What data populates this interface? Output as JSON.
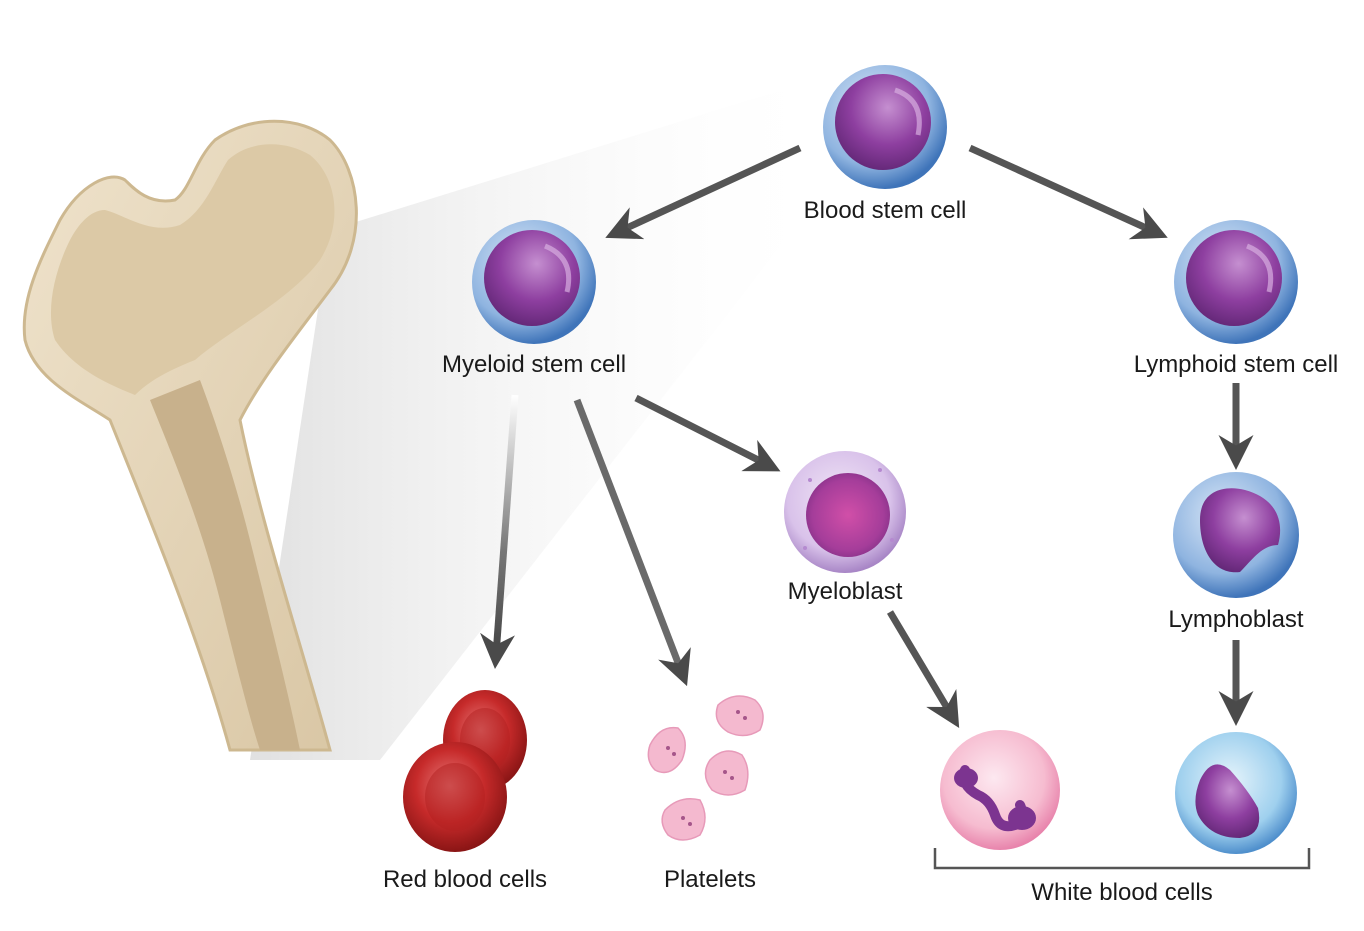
{
  "colors": {
    "arrow": "#555555",
    "stem_cell_ring": "#4f86c6",
    "stem_cell_nucleus": "#8e3fa0",
    "red_cell": "#c62a2a",
    "platelet": "#f4b9cf",
    "neutrophil": "#f6bcd0",
    "lymphocyte_ring": "#5fa6dc",
    "bone": "#e8d9bf"
  },
  "icons": [
    "bone-icon",
    "stem-cell-icon",
    "red-blood-cell-icon",
    "platelet-icon",
    "myeloblast-icon",
    "neutrophil-icon",
    "lymphocyte-icon"
  ],
  "labels": {
    "blood_stem_cell": "Blood stem cell",
    "myeloid_stem_cell": "Myeloid stem cell",
    "lymphoid_stem_cell": "Lymphoid stem cell",
    "myeloblast": "Myeloblast",
    "lymphoblast": "Lymphoblast",
    "red_blood_cells": "Red blood cells",
    "platelets": "Platelets",
    "white_blood_cells": "White blood cells"
  }
}
